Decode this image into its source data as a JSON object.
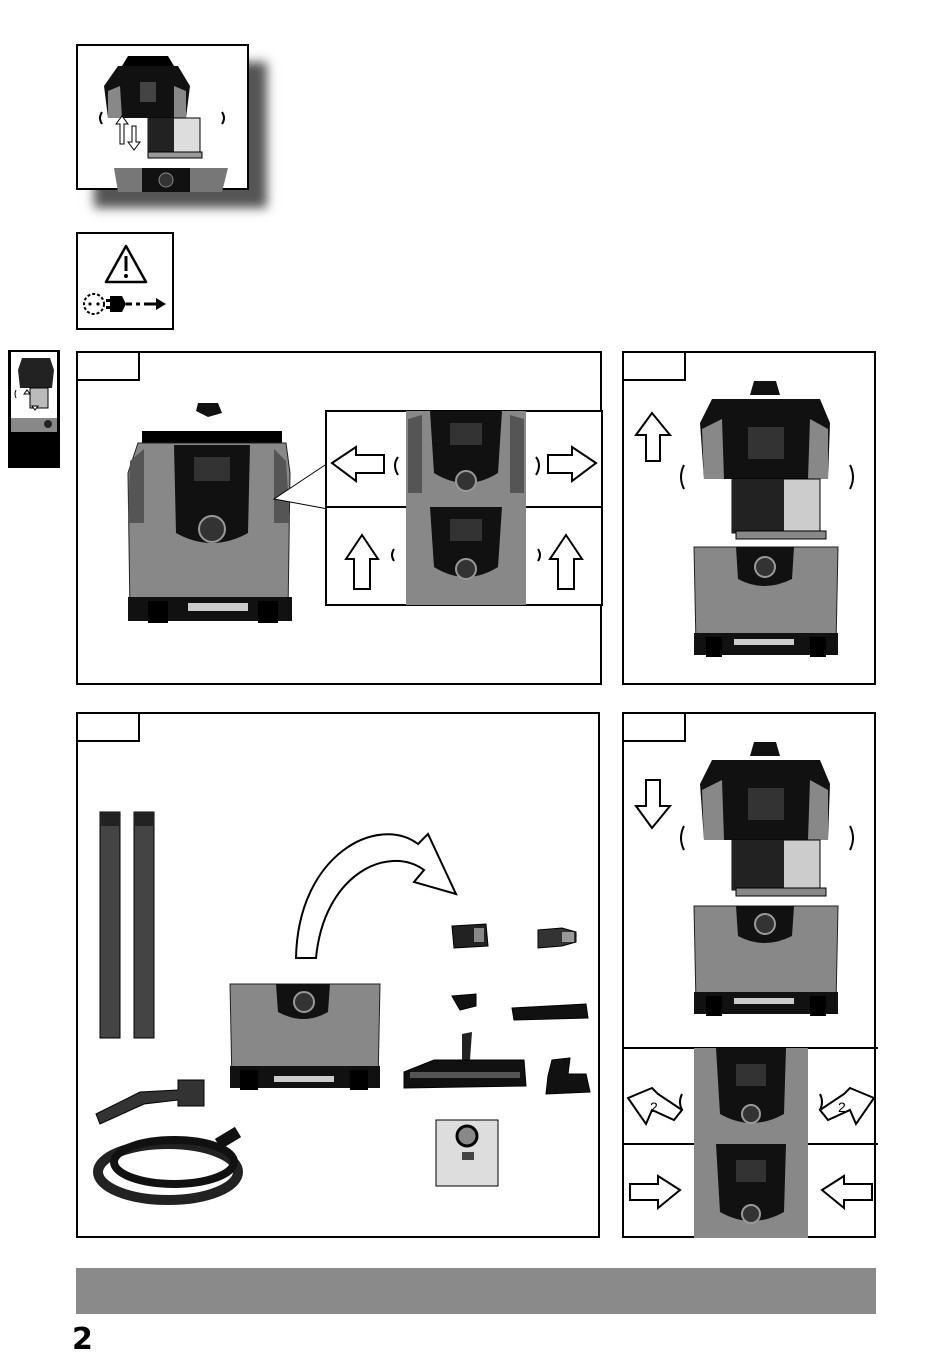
{
  "page": {
    "page_number": "2",
    "footer_bar_color": "#8a8a8a"
  },
  "icons": {
    "warning": "warning-triangle-icon",
    "unplug": "unplug-power-icon"
  },
  "figures": [
    {
      "id": "thumb",
      "content": "vacuum-head-removal"
    },
    {
      "id": "fig-a",
      "content": "vacuum-latches-open"
    },
    {
      "id": "fig-b",
      "content": "vacuum-head-lift"
    },
    {
      "id": "fig-c",
      "content": "vacuum-accessories"
    },
    {
      "id": "fig-d",
      "content": "vacuum-head-lower-latch"
    }
  ],
  "labels": {
    "step_two_a": "2",
    "step_two_b": "2"
  }
}
